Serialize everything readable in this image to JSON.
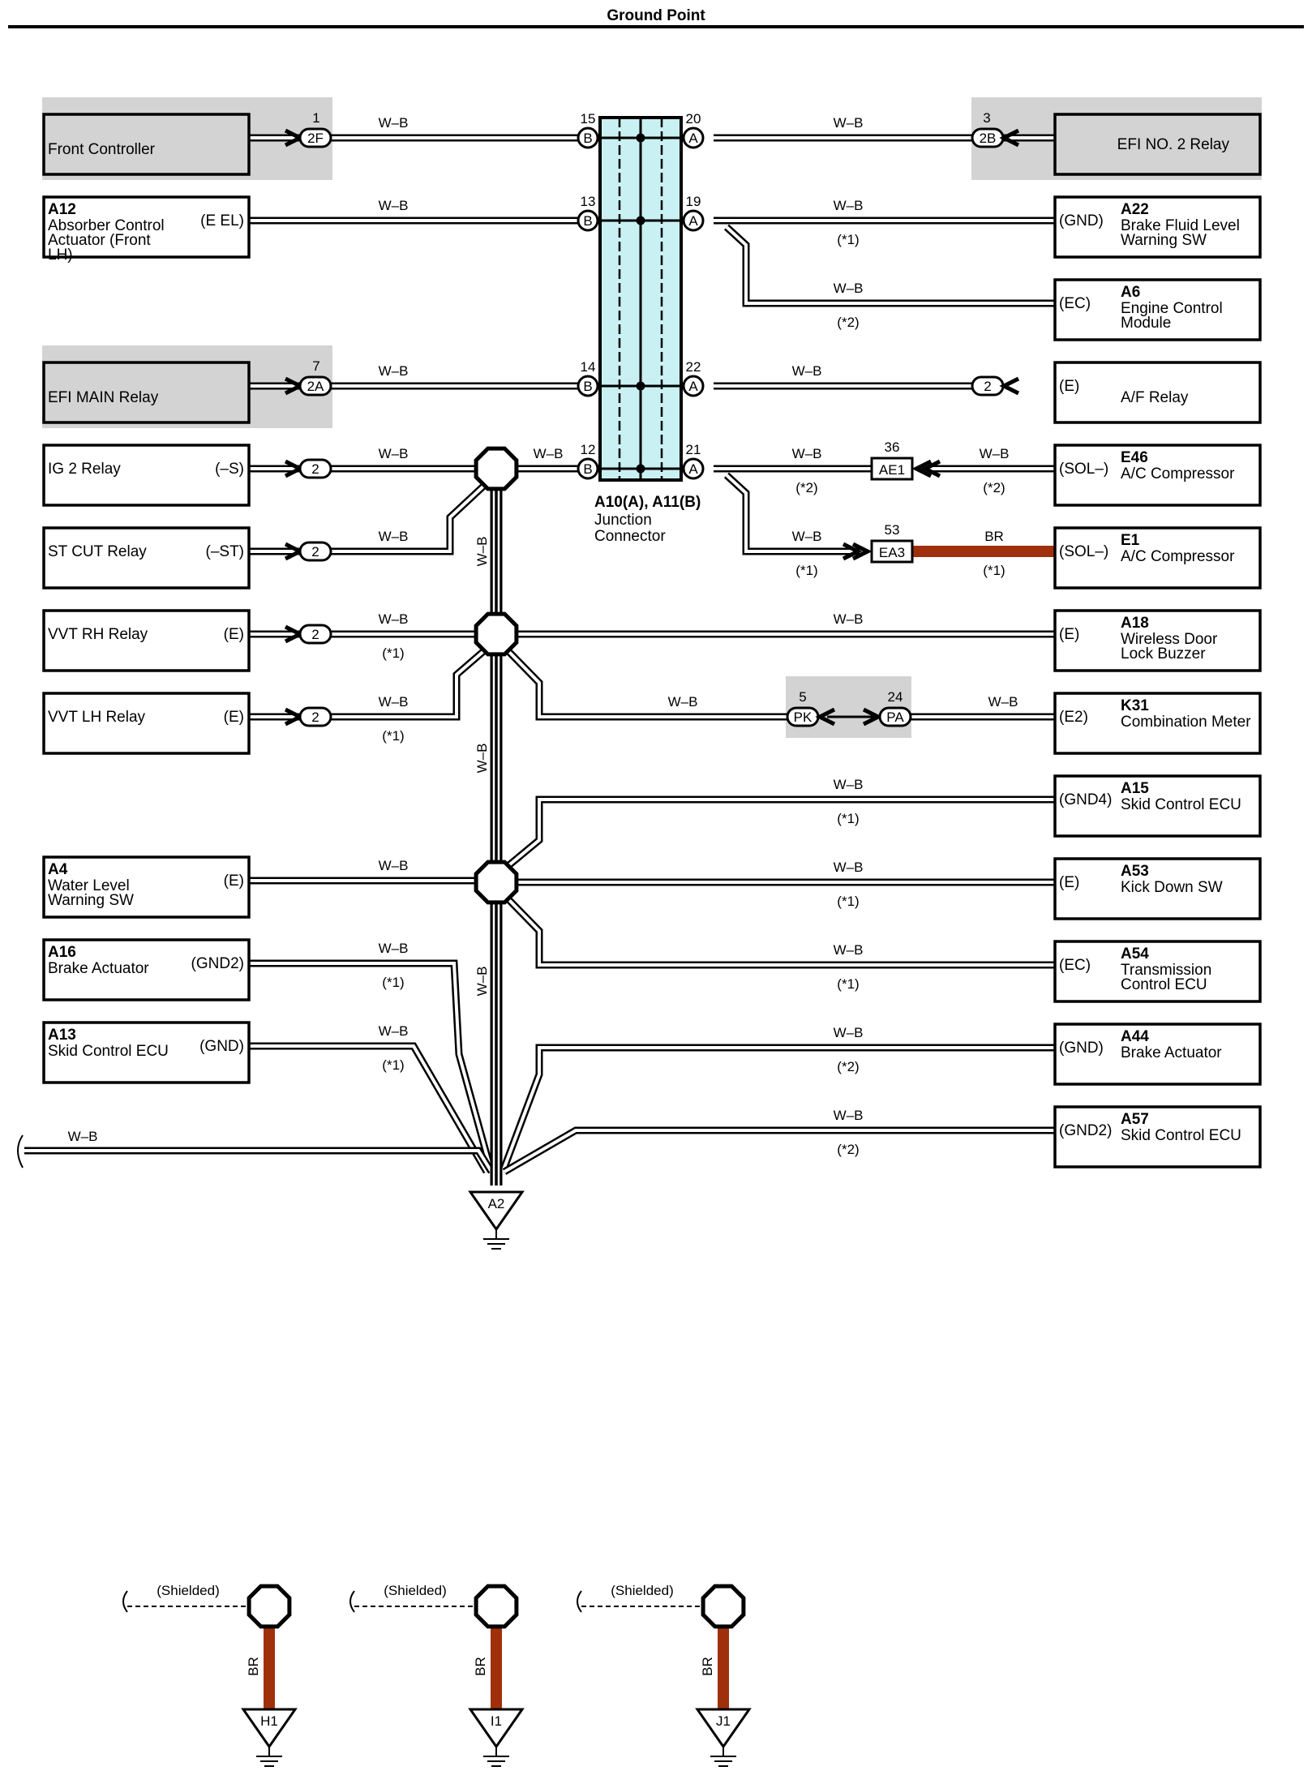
{
  "title": "Ground Point",
  "wire_color": "W–B",
  "br_color": "BR",
  "accent_wire": "#a0300c",
  "shade": "#d3d3d3",
  "junction_fill": "#c9f1f4",
  "junction": {
    "name": "A10(A), A11(B)",
    "line1": "Junction",
    "line2": "Connector"
  },
  "left": [
    {
      "name": "Front Controller",
      "code": "",
      "term": "",
      "shaded": true,
      "conn": "2F",
      "pin": "1",
      "wire": "W–B",
      "note": ""
    },
    {
      "name": "Absorber Control Actuator (Front LH)",
      "code": "A12",
      "term": "(E EL)",
      "shaded": false,
      "conn": "",
      "pin": "",
      "wire": "W–B",
      "note": ""
    },
    {
      "name": "EFI MAIN Relay",
      "code": "",
      "term": "",
      "shaded": true,
      "conn": "2A",
      "pin": "7",
      "wire": "W–B",
      "note": ""
    },
    {
      "name": "IG 2 Relay",
      "code": "",
      "term": "(–S)",
      "shaded": false,
      "conn": "2",
      "pin": "",
      "wire": "W–B",
      "note": ""
    },
    {
      "name": "ST CUT Relay",
      "code": "",
      "term": "(–ST)",
      "shaded": false,
      "conn": "2",
      "pin": "",
      "wire": "W–B",
      "note": ""
    },
    {
      "name": "VVT RH Relay",
      "code": "",
      "term": "(E)",
      "shaded": false,
      "conn": "2",
      "pin": "",
      "wire": "W–B",
      "note": "(*1)"
    },
    {
      "name": "VVT LH Relay",
      "code": "",
      "term": "(E)",
      "shaded": false,
      "conn": "2",
      "pin": "",
      "wire": "W–B",
      "note": "(*1)"
    },
    {
      "name": "Water Level Warning SW",
      "code": "A4",
      "term": "(E)",
      "shaded": false,
      "conn": "",
      "pin": "",
      "wire": "W–B",
      "note": ""
    },
    {
      "name": "Brake Actuator",
      "code": "A16",
      "term": "(GND2)",
      "shaded": false,
      "conn": "",
      "pin": "",
      "wire": "W–B",
      "note": "(*1)"
    },
    {
      "name": "Skid Control ECU",
      "code": "A13",
      "term": "(GND)",
      "shaded": false,
      "conn": "",
      "pin": "",
      "wire": "W–B",
      "note": "(*1)"
    }
  ],
  "right": [
    {
      "name": "EFI NO. 2 Relay",
      "code": "",
      "term": "",
      "shaded": true,
      "conn": "2B",
      "pin": "3",
      "wire": "W–B",
      "note": ""
    },
    {
      "name": "Brake Fluid Level Warning SW",
      "code": "A22",
      "term": "(GND)",
      "shaded": false,
      "conn": "",
      "pin": "",
      "wire": "W–B",
      "note": "(*1)"
    },
    {
      "name": "Engine Control Module",
      "code": "A6",
      "term": "(EC)",
      "shaded": false,
      "conn": "",
      "pin": "",
      "wire": "W–B",
      "note": "(*2)"
    },
    {
      "name": "A/F Relay",
      "code": "",
      "term": "(E)",
      "shaded": false,
      "conn": "2",
      "pin": "",
      "wire": "W–B",
      "note": ""
    },
    {
      "name": "A/C Compressor",
      "code": "E46",
      "term": "(SOL–)",
      "shaded": false,
      "conn": "",
      "pin": "",
      "wire": "W–B",
      "note": "(*2)"
    },
    {
      "name": "A/C Compressor",
      "code": "E1",
      "term": "(SOL–)",
      "shaded": false,
      "conn": "",
      "pin": "",
      "wire": "BR",
      "note": "(*1)"
    },
    {
      "name": "Wireless Door Lock Buzzer",
      "code": "A18",
      "term": "(E)",
      "shaded": false,
      "conn": "",
      "pin": "",
      "wire": "W–B",
      "note": ""
    },
    {
      "name": "Combination Meter",
      "code": "K31",
      "term": "(E2)",
      "shaded": false,
      "conn": "",
      "pin": "",
      "wire": "W–B",
      "note": ""
    },
    {
      "name": "Skid Control ECU",
      "code": "A15",
      "term": "(GND4)",
      "shaded": false,
      "conn": "",
      "pin": "",
      "wire": "W–B",
      "note": "(*1)"
    },
    {
      "name": "Kick Down SW",
      "code": "A53",
      "term": "(E)",
      "shaded": false,
      "conn": "",
      "pin": "",
      "wire": "W–B",
      "note": "(*1)"
    },
    {
      "name": "Transmission Control ECU",
      "code": "A54",
      "term": "(EC)",
      "shaded": false,
      "conn": "",
      "pin": "",
      "wire": "W–B",
      "note": "(*1)"
    },
    {
      "name": "Brake Actuator",
      "code": "A44",
      "term": "(GND)",
      "shaded": false,
      "conn": "",
      "pin": "",
      "wire": "W–B",
      "note": "(*2)"
    },
    {
      "name": "Skid Control ECU",
      "code": "A57",
      "term": "(GND2)",
      "shaded": false,
      "conn": "",
      "pin": "",
      "wire": "W–B",
      "note": "(*2)"
    }
  ],
  "jc_left_pins": [
    {
      "pin": "15",
      "side": "B"
    },
    {
      "pin": "13",
      "side": "B"
    },
    {
      "pin": "14",
      "side": "B"
    },
    {
      "pin": "12",
      "side": "B"
    }
  ],
  "jc_right_pins": [
    {
      "pin": "20",
      "side": "A"
    },
    {
      "pin": "19",
      "side": "A"
    },
    {
      "pin": "22",
      "side": "A"
    },
    {
      "pin": "21",
      "side": "A"
    }
  ],
  "inline_connectors": [
    {
      "id": "AE1",
      "pin": "36"
    },
    {
      "id": "EA3",
      "pin": "53"
    },
    {
      "id": "PK",
      "pin": "5"
    },
    {
      "id": "PA",
      "pin": "24"
    }
  ],
  "jc_to_splice_wire": "W–B",
  "ae1_right_wire": "W–B",
  "ae1_right_note": "(*2)",
  "e1_left_wire": "W–B",
  "e1_left_note": "(*1)",
  "pk_left_wire": "W–B",
  "trunk_labels": [
    "W–B",
    "W–B",
    "W–B"
  ],
  "bottom_left_wire": "W–B",
  "ground_main": "A2",
  "shielded_grounds": [
    {
      "label": "(Shielded)",
      "wire": "BR",
      "ground": "H1"
    },
    {
      "label": "(Shielded)",
      "wire": "BR",
      "ground": "I1"
    },
    {
      "label": "(Shielded)",
      "wire": "BR",
      "ground": "J1"
    }
  ]
}
